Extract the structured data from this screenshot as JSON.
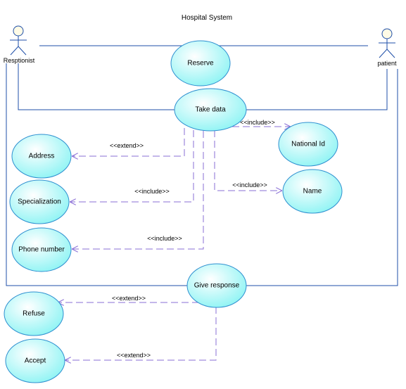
{
  "title": "Hospital System",
  "actors": {
    "receptionist": "Resptionist",
    "patient": "patient"
  },
  "use_cases": {
    "reserve": "Reserve",
    "take_data": "Take data",
    "address": "Address",
    "national_id": "National Id",
    "specialization": "Specialization",
    "name": "Name",
    "phone_number": "Phone number",
    "give_response": "Give response",
    "refuse": "Refuse",
    "accept": "Accept"
  },
  "relations": {
    "address": "<<extend>>",
    "national_id": "<<include>>",
    "specialization": "<<include>>",
    "name": "<<include>>",
    "phone_number": "<<include>>",
    "refuse": "<<extend>>",
    "accept": "<<extend>>"
  },
  "colors": {
    "use_case_fill_start": "#ffffff",
    "use_case_fill_end": "#7ef3f3",
    "use_case_stroke": "#2f8fd0",
    "association": "#1f4fa8",
    "dependency": "#8a6fd6"
  }
}
